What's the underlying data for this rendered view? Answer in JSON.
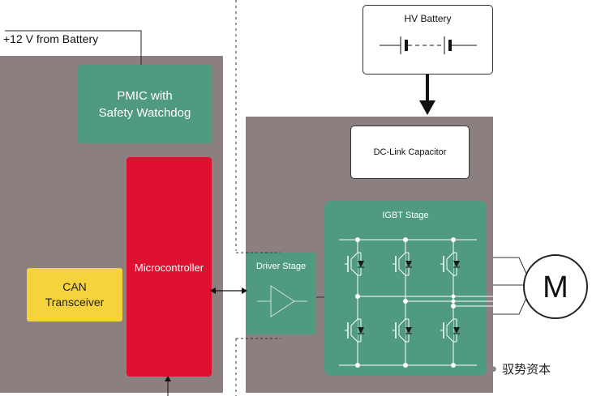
{
  "supply_label": "+12 V from Battery",
  "pmic": {
    "line1": "PMIC with",
    "line2": "Safety Watchdog"
  },
  "microcontroller": "Microcontroller",
  "can": {
    "line1": "CAN",
    "line2": "Transceiver"
  },
  "driver_stage": "Driver Stage",
  "hv_battery": "HV Battery",
  "dc_link": "DC-Link Capacitor",
  "igbt_stage": "IGBT Stage",
  "motor": "M",
  "watermark": "驭势资本",
  "colors": {
    "panel": "#8b7f7f",
    "green_block": "#4f9a80",
    "microcontroller": "#e01030",
    "can": "#f5d33c"
  }
}
